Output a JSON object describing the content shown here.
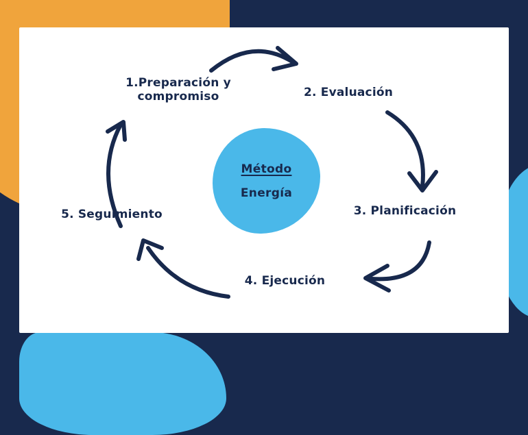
{
  "diagram": {
    "center": {
      "title": "Método",
      "subtitle": "Energía"
    },
    "steps": [
      {
        "label": "1.Preparación y compromiso",
        "line1": "1.Preparación y",
        "line2": "compromiso"
      },
      {
        "label": "2. Evaluación"
      },
      {
        "label": "3. Planificación"
      },
      {
        "label": "4. Ejecución"
      },
      {
        "label": "5. Seguimiento"
      }
    ],
    "arrows": [
      "arrow-step1-to-step2",
      "arrow-step2-to-step3",
      "arrow-step3-to-step4",
      "arrow-step4-to-step5",
      "arrow-step5-to-step1"
    ]
  },
  "colors": {
    "navy": "#18294d",
    "orange": "#f0a43c",
    "blue": "#4ab8e9",
    "white": "#ffffff"
  }
}
